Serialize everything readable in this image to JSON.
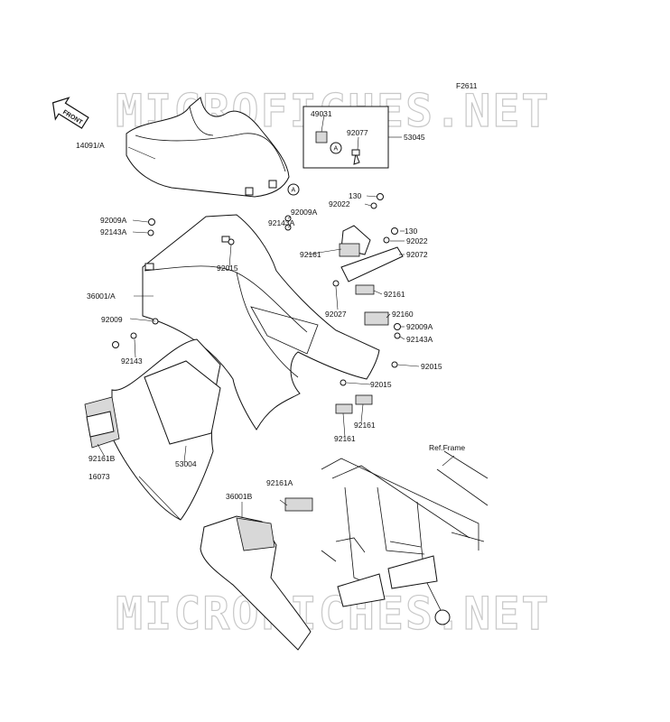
{
  "figure_code": "F2611",
  "watermark_text": "MICROFICHES.NET",
  "front_arrow_label": "FRONT",
  "ref_frame_label": "Ref.Frame",
  "callout_marker": "A",
  "part_labels": {
    "p14091A": "14091/A",
    "p49031": "49031",
    "p92077": "92077",
    "p53045": "53045",
    "p130a": "130",
    "p92022a": "92022",
    "p92009Aa": "92009A",
    "p92143Aa": "92143A",
    "p92009Ab": "92009A",
    "p92143Ab": "92143A",
    "p92015a": "92015",
    "p130b": "130",
    "p92022b": "92022",
    "p92161a": "92161",
    "p92072": "92072",
    "p36001A": "36001/A",
    "p92161b": "92161",
    "p92027": "92027",
    "p92160": "92160",
    "p92009": "92009",
    "p92009Ac": "92009A",
    "p92143Ac": "92143A",
    "p92143": "92143",
    "p92015b": "92015",
    "p92015c": "92015",
    "p92161c": "92161",
    "p92161d": "92161",
    "p92161B": "92161B",
    "p16073": "16073",
    "p53004": "53004",
    "p36001B": "36001B",
    "p92161A": "92161A"
  }
}
